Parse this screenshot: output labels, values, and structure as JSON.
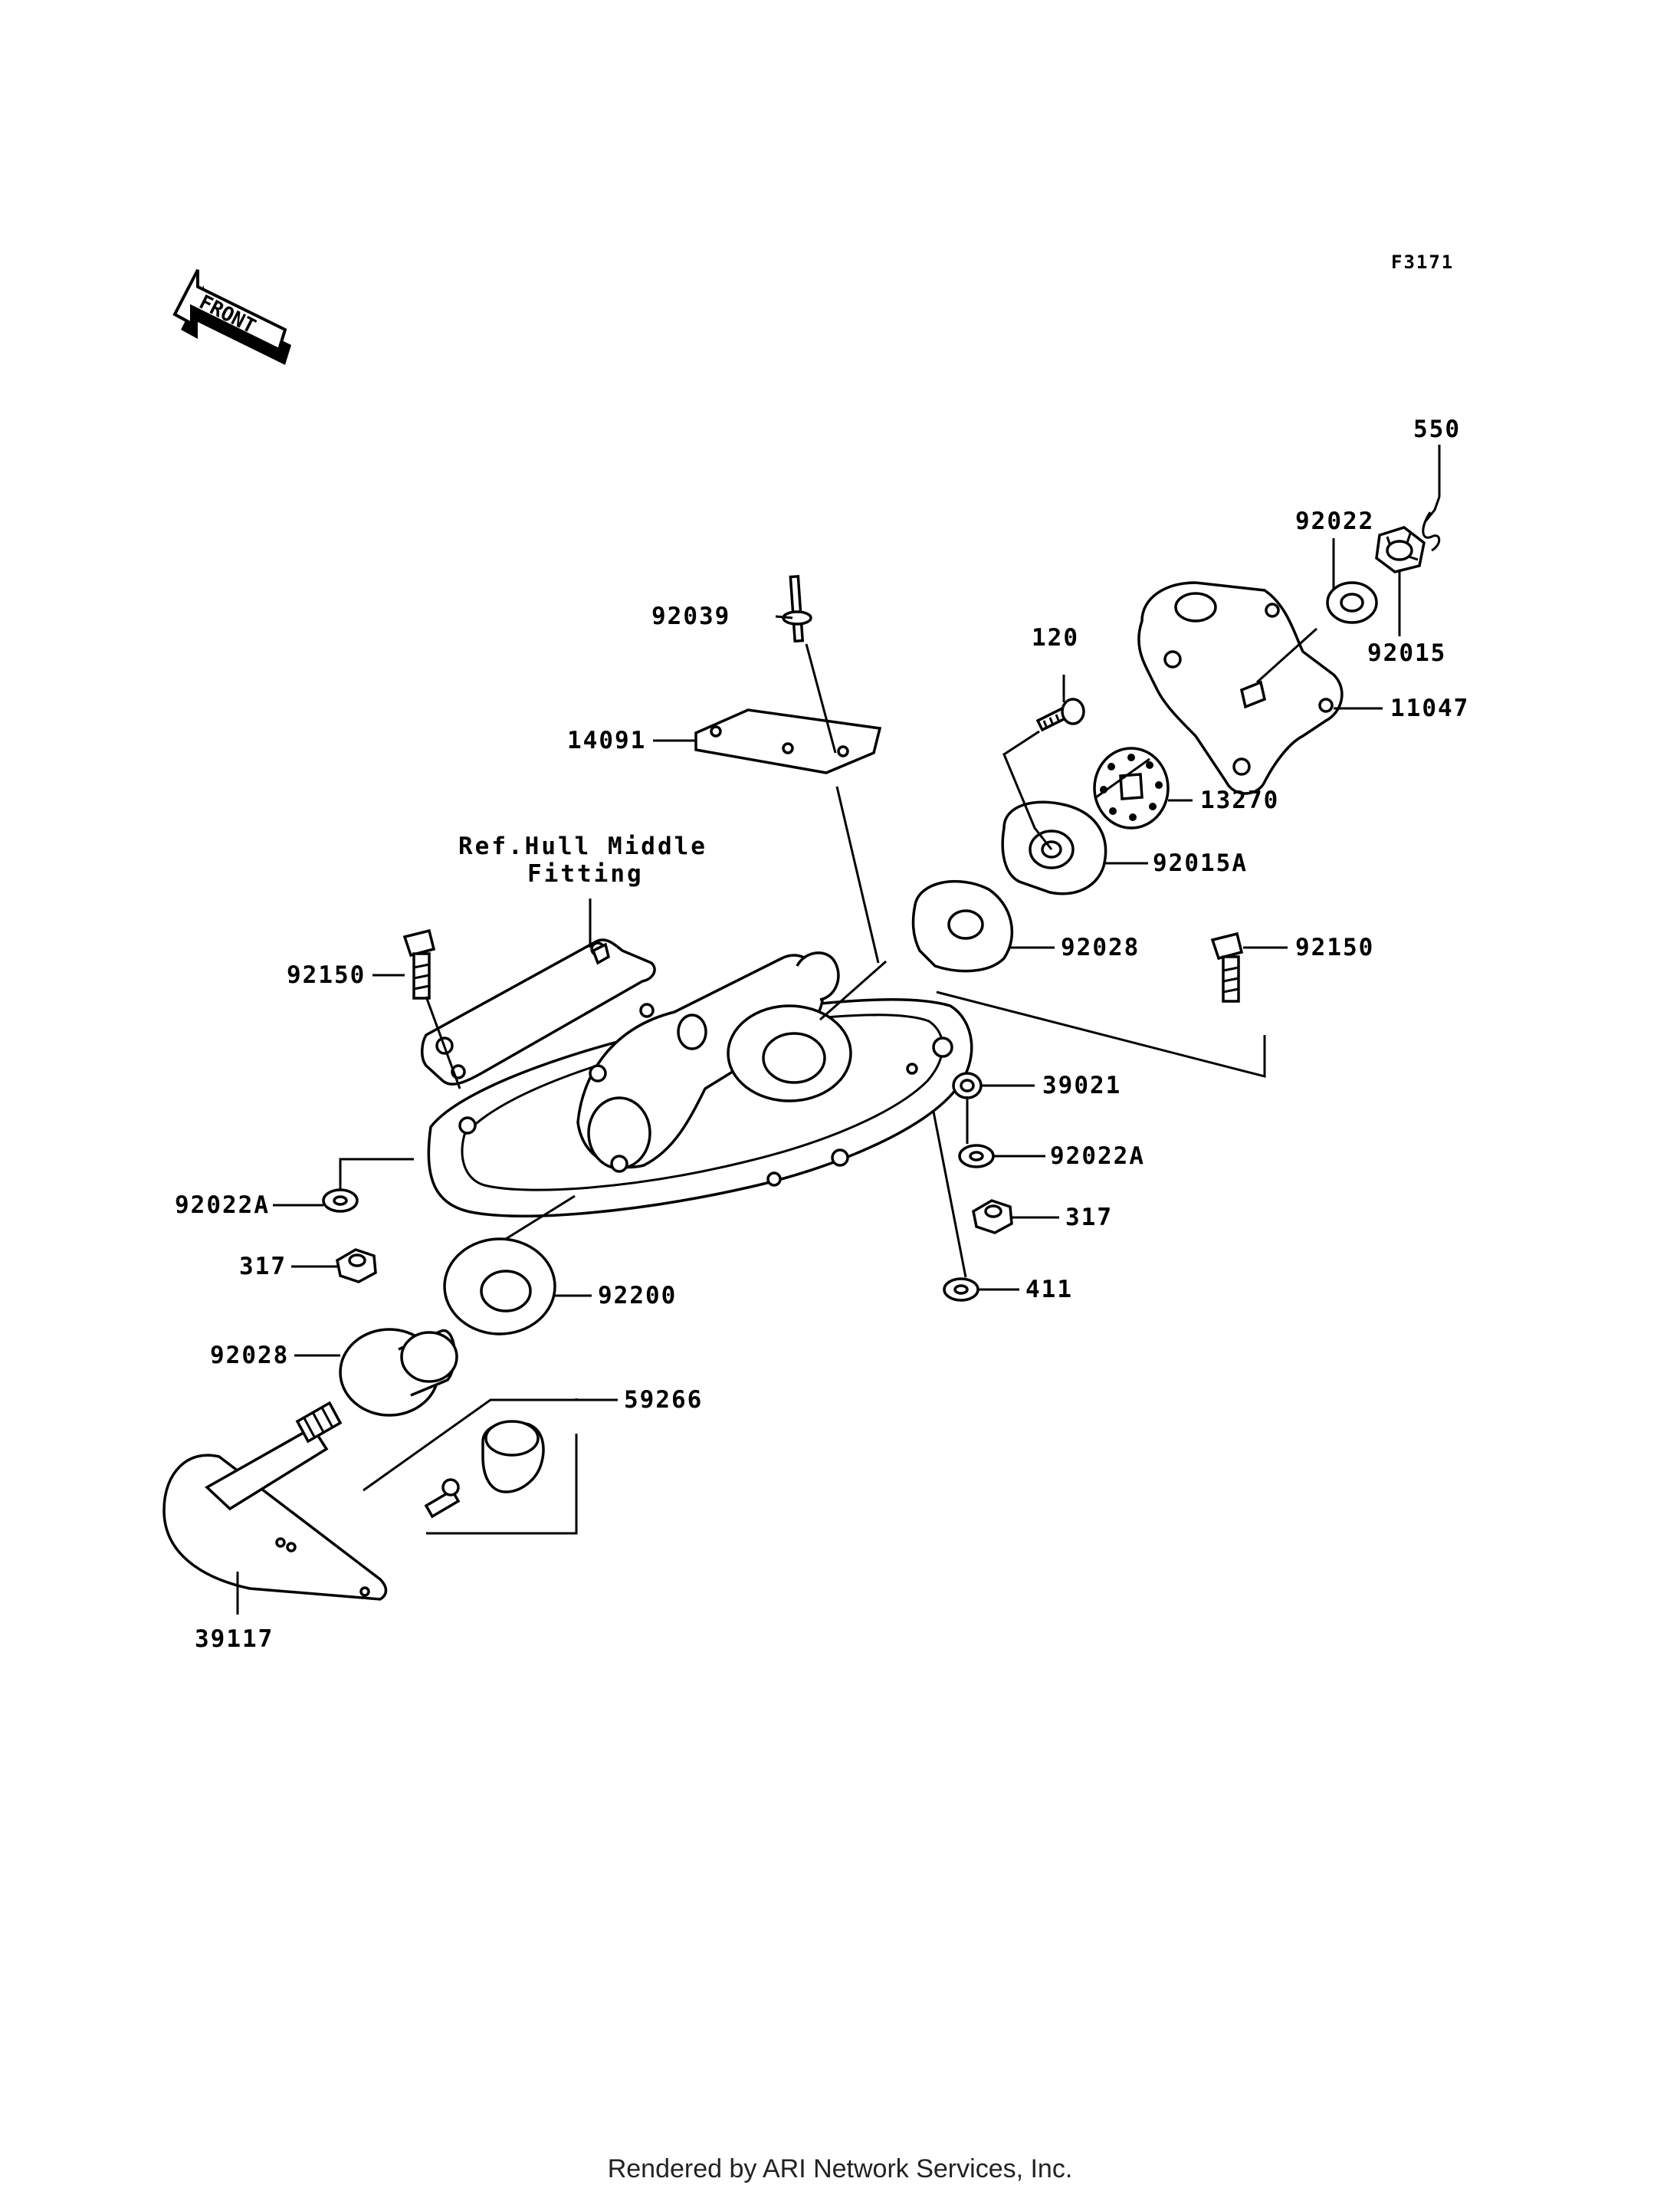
{
  "figure_code": "F3171",
  "front_label": "FRONT",
  "reference_note": {
    "line1": "Ref.Hull Middle",
    "line2": "Fitting"
  },
  "footer": "Rendered by ARI Network Services, Inc.",
  "callouts": {
    "c550": "550",
    "c92022": "92022",
    "c92015": "92015",
    "c11047": "11047",
    "c120": "120",
    "c13270": "13270",
    "c92015A": "92015A",
    "c92039": "92039",
    "c14091": "14091",
    "c92028_top": "92028",
    "c92150_left": "92150",
    "c92150_right": "92150",
    "c39021": "39021",
    "c92022A_right": "92022A",
    "c92022A_left": "92022A",
    "c317_right": "317",
    "c317_left": "317",
    "c411": "411",
    "c92200": "92200",
    "c92028_bottom": "92028",
    "c59266": "59266",
    "c39117": "39117"
  }
}
